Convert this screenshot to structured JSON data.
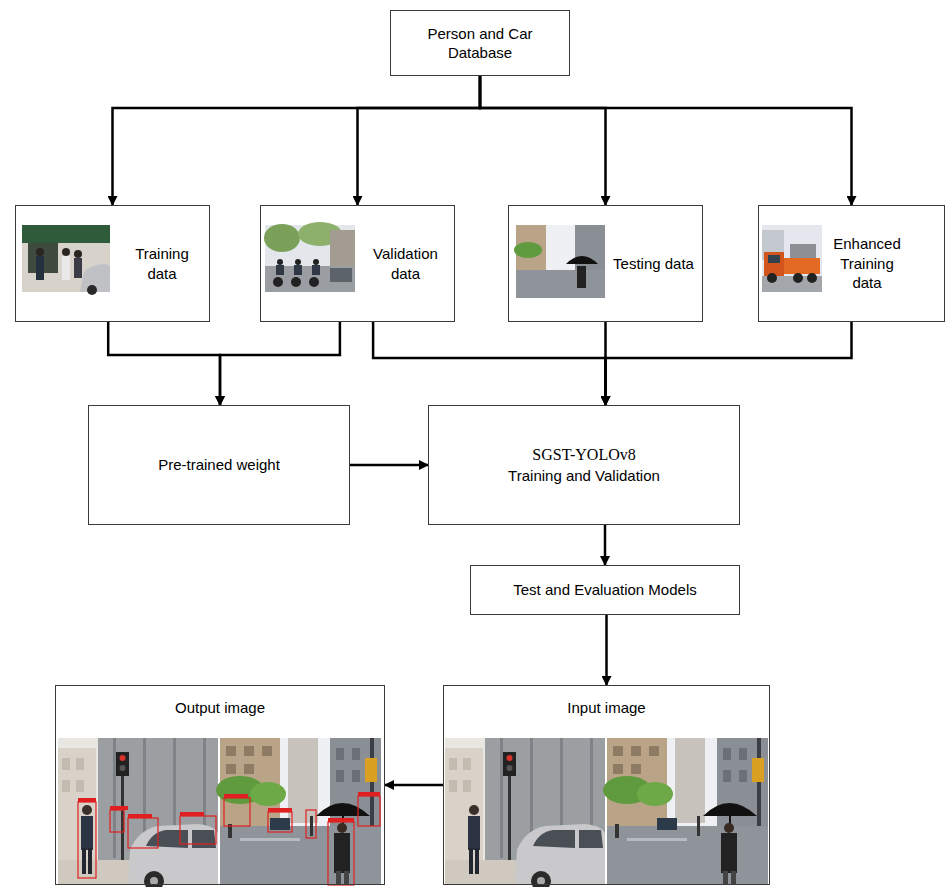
{
  "diagram": {
    "nodes": [
      {
        "text": [
          "Person and Car Database"
        ]
      },
      {
        "text": [
          "Training data"
        ]
      },
      {
        "text": [
          "Validation data"
        ]
      },
      {
        "text": [
          "Testing data"
        ]
      },
      {
        "text": [
          "Enhanced Training data"
        ]
      },
      {
        "text": [
          "Pre-trained weight"
        ]
      },
      {
        "text": [
          "SGST-YOLOv8",
          "Training and Validation"
        ]
      },
      {
        "text": [
          "Test and Evaluation Models"
        ]
      },
      {
        "text": [
          "Input image"
        ]
      },
      {
        "text": [
          "Output image"
        ]
      }
    ],
    "edges": [
      {
        "from": 0,
        "to": 1,
        "arrow": "to"
      },
      {
        "from": 0,
        "to": 2,
        "arrow": "to"
      },
      {
        "from": 0,
        "to": 3,
        "arrow": "to"
      },
      {
        "from": 0,
        "to": 4,
        "arrow": "to"
      },
      {
        "from": 1,
        "to": 5,
        "arrow": "to"
      },
      {
        "from": 2,
        "to": 5,
        "arrow": "to"
      },
      {
        "from": 2,
        "to": 6,
        "arrow": "to"
      },
      {
        "from": 3,
        "to": 6,
        "arrow": "to"
      },
      {
        "from": 4,
        "to": 6,
        "arrow": "to"
      },
      {
        "from": 5,
        "to": 6,
        "arrow": "to"
      },
      {
        "from": 6,
        "to": 7,
        "arrow": "to"
      },
      {
        "from": 7,
        "to": 8,
        "arrow": "to"
      },
      {
        "from": 8,
        "to": 9,
        "arrow": "to"
      }
    ]
  }
}
